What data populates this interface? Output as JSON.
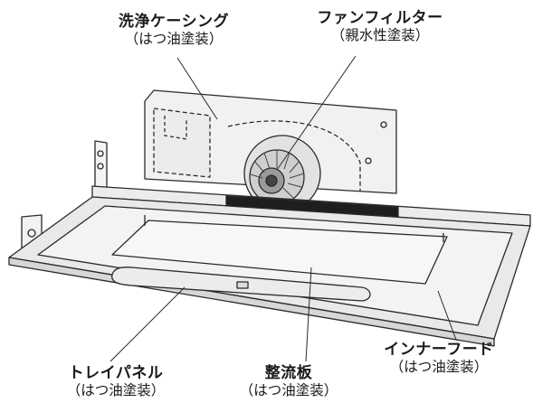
{
  "labels": {
    "washing_casing": {
      "name": "洗浄ケーシング",
      "sub": "（はつ油塗装）"
    },
    "fan_filter": {
      "name": "ファンフィルター",
      "sub": "（親水性塗装）"
    },
    "tray_panel": {
      "name": "トレイパネル",
      "sub": "（はつ油塗装）"
    },
    "flow_plate": {
      "name": "整流板",
      "sub": "（はつ油塗装）"
    },
    "inner_hood": {
      "name": "インナーフード",
      "sub": "（はつ油塗装）"
    }
  }
}
